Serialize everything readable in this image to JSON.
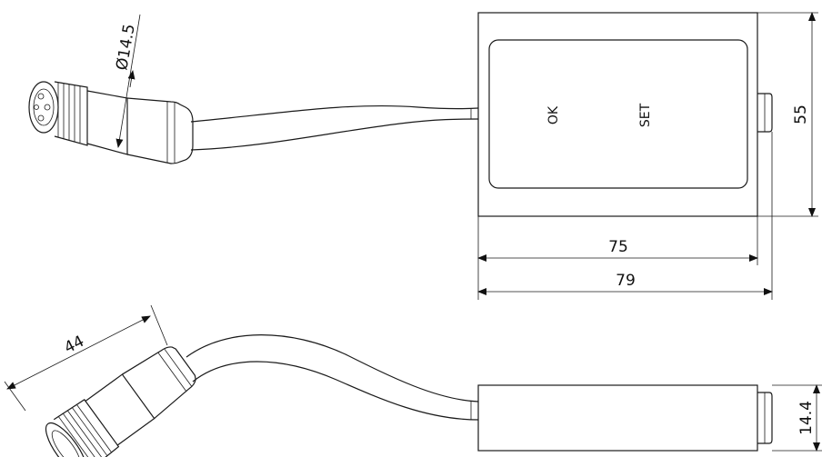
{
  "drawing": {
    "top_view": {
      "diameter_label": "Ø14.5",
      "height_label": "55",
      "inner_width_label": "75",
      "outer_width_label": "79",
      "button_ok_label": "OK",
      "button_set_label": "SET"
    },
    "side_view": {
      "connector_length_label": "44",
      "thickness_label": "14.4"
    }
  }
}
